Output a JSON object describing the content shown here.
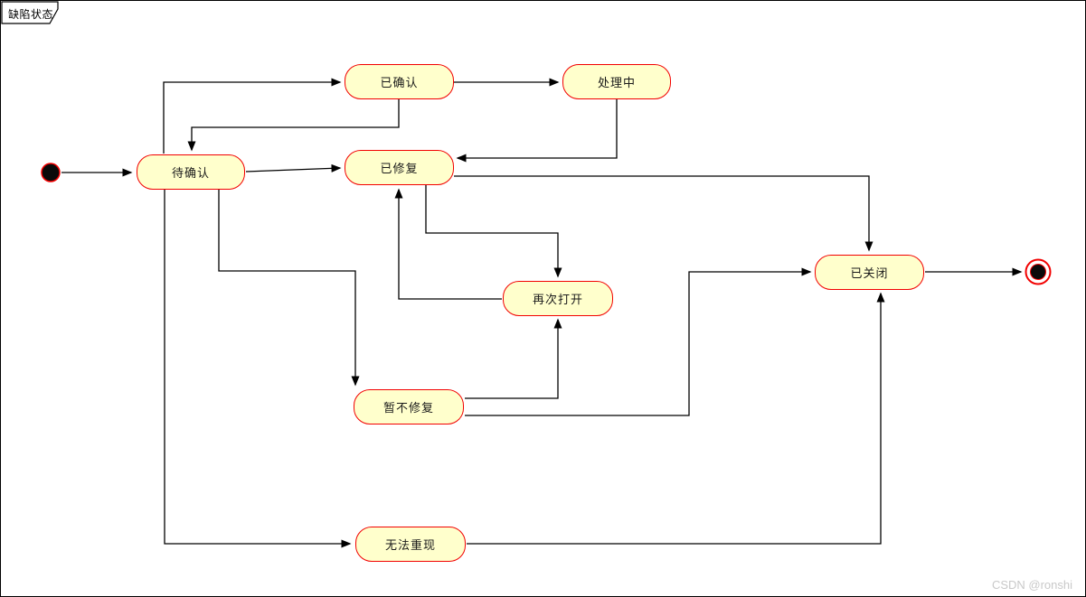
{
  "diagram": {
    "title": "缺陷状态",
    "watermark": "CSDN @ronshi",
    "type": "uml-state-diagram"
  },
  "states": [
    {
      "id": "confirmed",
      "label": "已确认"
    },
    {
      "id": "processing",
      "label": "处理中"
    },
    {
      "id": "pending",
      "label": "待确认"
    },
    {
      "id": "fixed",
      "label": "已修复"
    },
    {
      "id": "reopened",
      "label": "再次打开"
    },
    {
      "id": "closed",
      "label": "已关闭"
    },
    {
      "id": "wontfix",
      "label": "暂不修复"
    },
    {
      "id": "cannot-reproduce",
      "label": "无法重现"
    }
  ],
  "special_nodes": {
    "initial": "initial-state",
    "final": "final-state"
  },
  "transitions": [
    {
      "from": "initial",
      "to": "pending"
    },
    {
      "from": "pending",
      "to": "confirmed"
    },
    {
      "from": "confirmed",
      "to": "processing"
    },
    {
      "from": "confirmed",
      "to": "pending"
    },
    {
      "from": "processing",
      "to": "fixed"
    },
    {
      "from": "pending",
      "to": "fixed"
    },
    {
      "from": "fixed",
      "to": "reopened"
    },
    {
      "from": "reopened",
      "to": "fixed"
    },
    {
      "from": "fixed",
      "to": "closed"
    },
    {
      "from": "pending",
      "to": "wontfix"
    },
    {
      "from": "wontfix",
      "to": "reopened"
    },
    {
      "from": "wontfix",
      "to": "closed"
    },
    {
      "from": "pending",
      "to": "cannot-reproduce"
    },
    {
      "from": "cannot-reproduce",
      "to": "closed"
    },
    {
      "from": "closed",
      "to": "final"
    }
  ],
  "colors": {
    "state_fill": "#FFFFCC",
    "state_border": "#F20000",
    "line": "#000000",
    "watermark": "#C9C9C9"
  }
}
